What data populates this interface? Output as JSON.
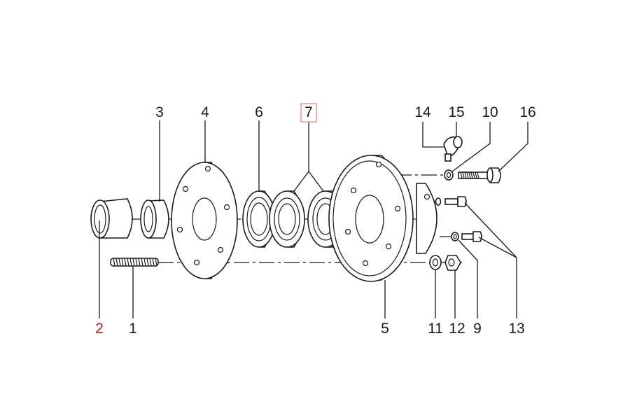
{
  "diagram": {
    "labels": {
      "p1": "1",
      "p2": "2",
      "p3": "3",
      "p4": "4",
      "p5": "5",
      "p6": "6",
      "p7": "7",
      "p9": "9",
      "p10": "10",
      "p11": "11",
      "p12": "12",
      "p13": "13",
      "p14": "14",
      "p15": "15",
      "p16": "16"
    },
    "colors": {
      "line": "#1a1a1a",
      "label_2": "#b31b1b",
      "highlight_box": "#e06060"
    }
  }
}
